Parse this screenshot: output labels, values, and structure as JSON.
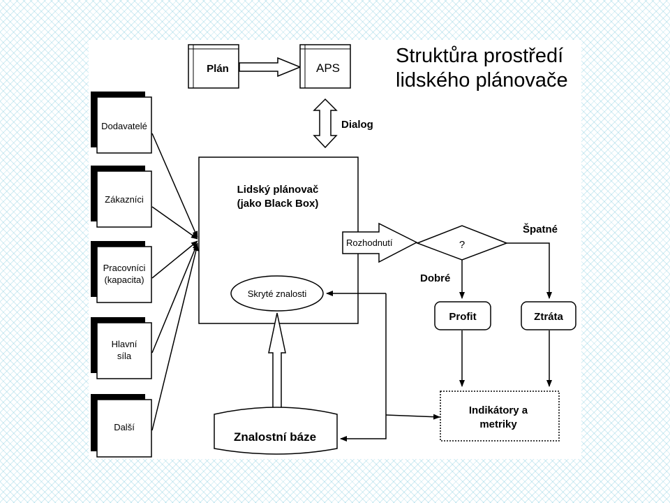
{
  "title": {
    "line1": "Struktůra prostředí",
    "line2": "lidského plánovače"
  },
  "top": {
    "plan": "Plán",
    "aps": "APS",
    "dialog": "Dialog"
  },
  "inputs": {
    "dodavatele": "Dodavatelé",
    "zakaznici": "Zákazníci",
    "pracovnici_1": "Pracovníci",
    "pracovnici_2": "(kapacita)",
    "hlavni_1": "Hlavní",
    "hlavni_2": "síla",
    "dalsi": "Další"
  },
  "blackbox": {
    "line1": "Lidský plánovač",
    "line2": "(jako Black Box)"
  },
  "hidden_knowledge": "Skryté znalosti",
  "knowledge_base": "Znalostní báze",
  "decision": {
    "label": "Rozhodnutí",
    "question": "?",
    "good": "Dobré",
    "bad": "Špatné"
  },
  "outcomes": {
    "profit": "Profit",
    "loss": "Ztráta"
  },
  "indicators": {
    "line1": "Indikátory a",
    "line2": "metriky"
  }
}
